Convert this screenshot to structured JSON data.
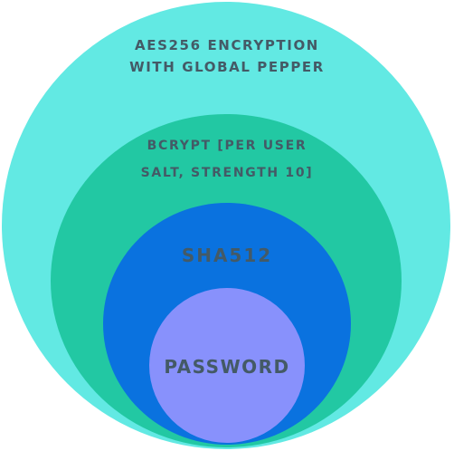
{
  "diagram": {
    "layers": [
      {
        "id": "global-pepper",
        "lines": [
          "AES256 ENCRYPTION",
          "WITH GLOBAL PEPPER"
        ],
        "color": "#62e9e3"
      },
      {
        "id": "bcrypt",
        "lines": [
          "BCRYPT [PER USER",
          "SALT, STRENGTH 10]"
        ],
        "color": "#22c8a3"
      },
      {
        "id": "sha512",
        "lines": [
          "SHA512"
        ],
        "color": "#0a72df"
      },
      {
        "id": "password",
        "lines": [
          "PASSWORD"
        ],
        "color": "#8891fc"
      }
    ],
    "text_color": "#445a66"
  }
}
